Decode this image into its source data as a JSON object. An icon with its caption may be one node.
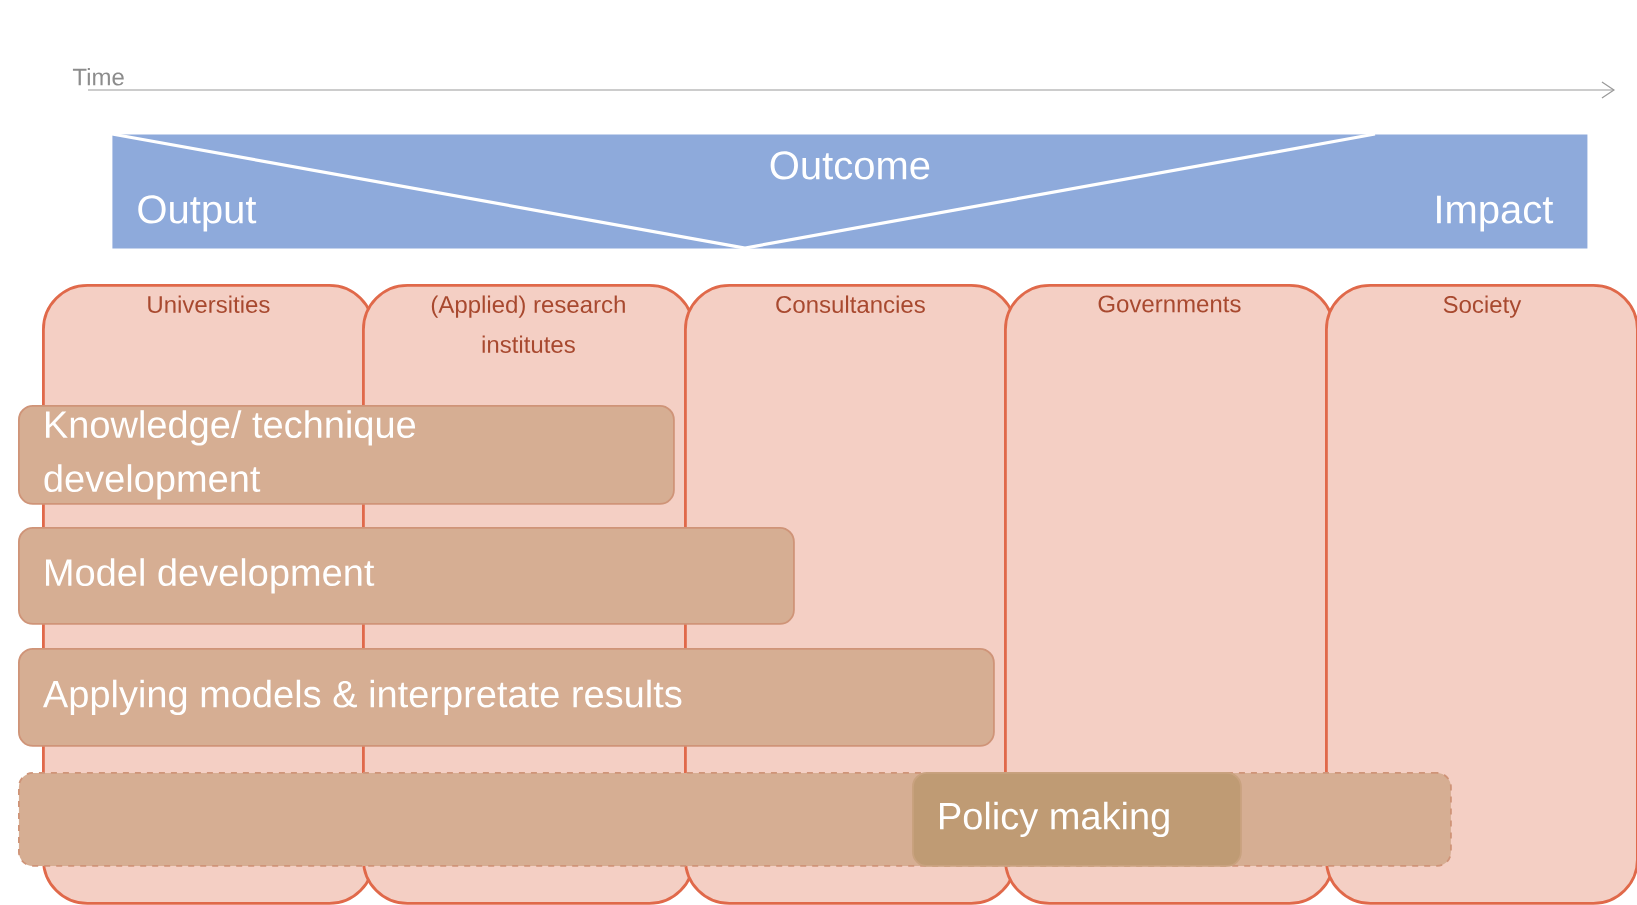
{
  "diagram": {
    "nodes": [
      {
        "text": [
          "Outcome",
          "Output",
          "Impact"
        ]
      },
      {
        "text": [
          "Universities"
        ]
      },
      {
        "text": [
          "(Applied) research institutes"
        ]
      },
      {
        "text": [
          "Consultancies"
        ]
      },
      {
        "text": [
          "Governments"
        ]
      },
      {
        "text": [
          "Society"
        ]
      },
      {
        "text": [
          "Knowledge/ technique development"
        ]
      },
      {
        "text": [
          "Model development"
        ]
      },
      {
        "text": [
          "Applying models & interpretate results"
        ]
      },
      {
        "text": [],
        "shape": "bar"
      },
      {
        "text": [
          "Policy making"
        ],
        "in": 9
      }
    ],
    "labels": [
      "Time"
    ]
  }
}
